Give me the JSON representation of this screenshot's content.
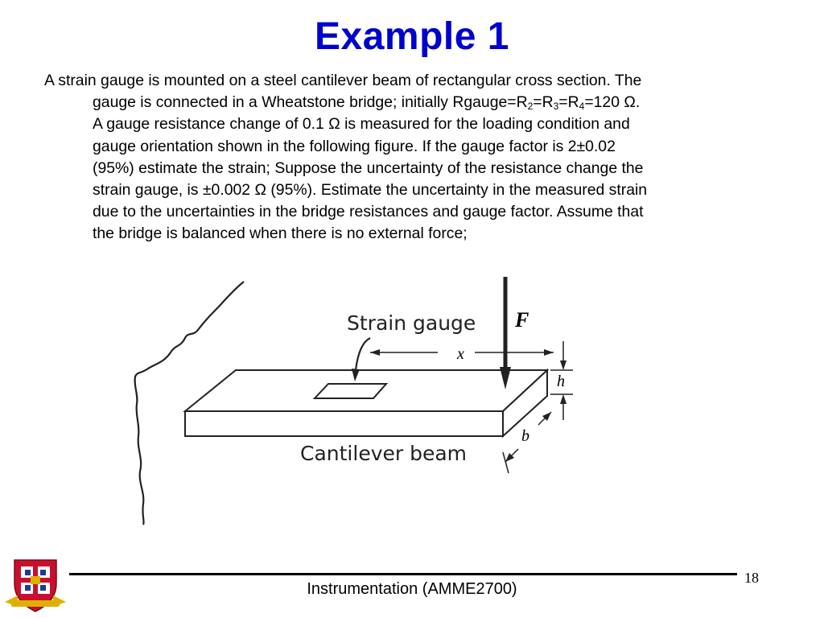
{
  "slide": {
    "title": "Example 1",
    "paragraph": {
      "l1": "A strain gauge is mounted on a steel cantilever beam of rectangular cross section. The",
      "l2a": "gauge is connected in a Wheatstone bridge; initially Rgauge=R",
      "sub2": "2",
      "eq1": "=R",
      "sub3": "3",
      "eq2": "=R",
      "sub4": "4",
      "l2b": "=120 Ω.",
      "l3": "A gauge resistance change of 0.1 Ω is measured for the loading condition and",
      "l4": "gauge orientation shown in the following figure. If the gauge factor is 2±0.02",
      "l5": "(95%) estimate the strain; Suppose the uncertainty of the resistance change the",
      "l6": "strain gauge, is ±0.002 Ω (95%). Estimate the uncertainty in the measured strain",
      "l7": "due to the uncertainties in the bridge resistances and gauge factor. Assume that",
      "l8": "the bridge is balanced when there is no external force;"
    },
    "figure": {
      "strain_gauge_label": "Strain gauge",
      "beam_label": "Cantilever beam",
      "force_label": "F",
      "x_label": "x",
      "h_label": "h",
      "b_label": "b"
    },
    "footer": {
      "course": "Instrumentation (AMME2700)",
      "page_number": "18"
    },
    "colors": {
      "title": "#0000cc",
      "text": "#000000",
      "logo_red": "#c8102e",
      "logo_gold": "#e0b000",
      "logo_blue": "#1f3a93"
    }
  }
}
